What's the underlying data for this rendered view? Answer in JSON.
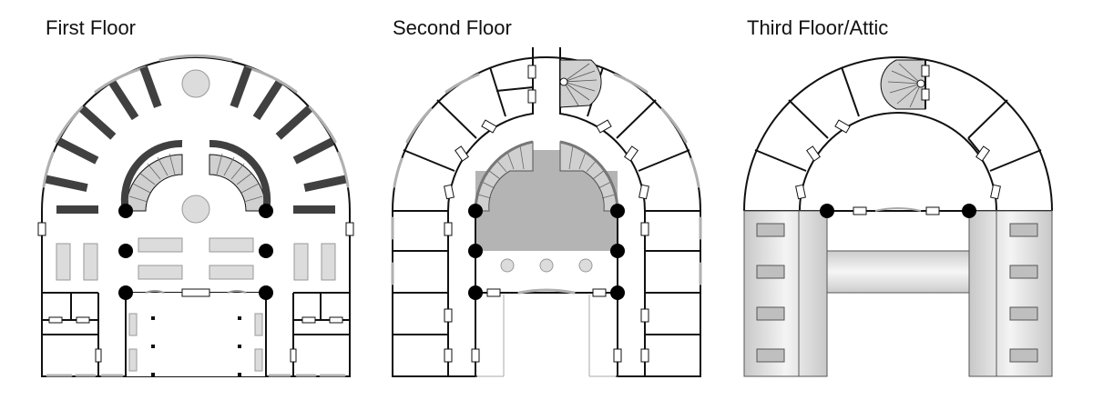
{
  "floors": [
    {
      "title": "First Floor"
    },
    {
      "title": "Second Floor"
    },
    {
      "title": "Third Floor/Attic"
    }
  ]
}
